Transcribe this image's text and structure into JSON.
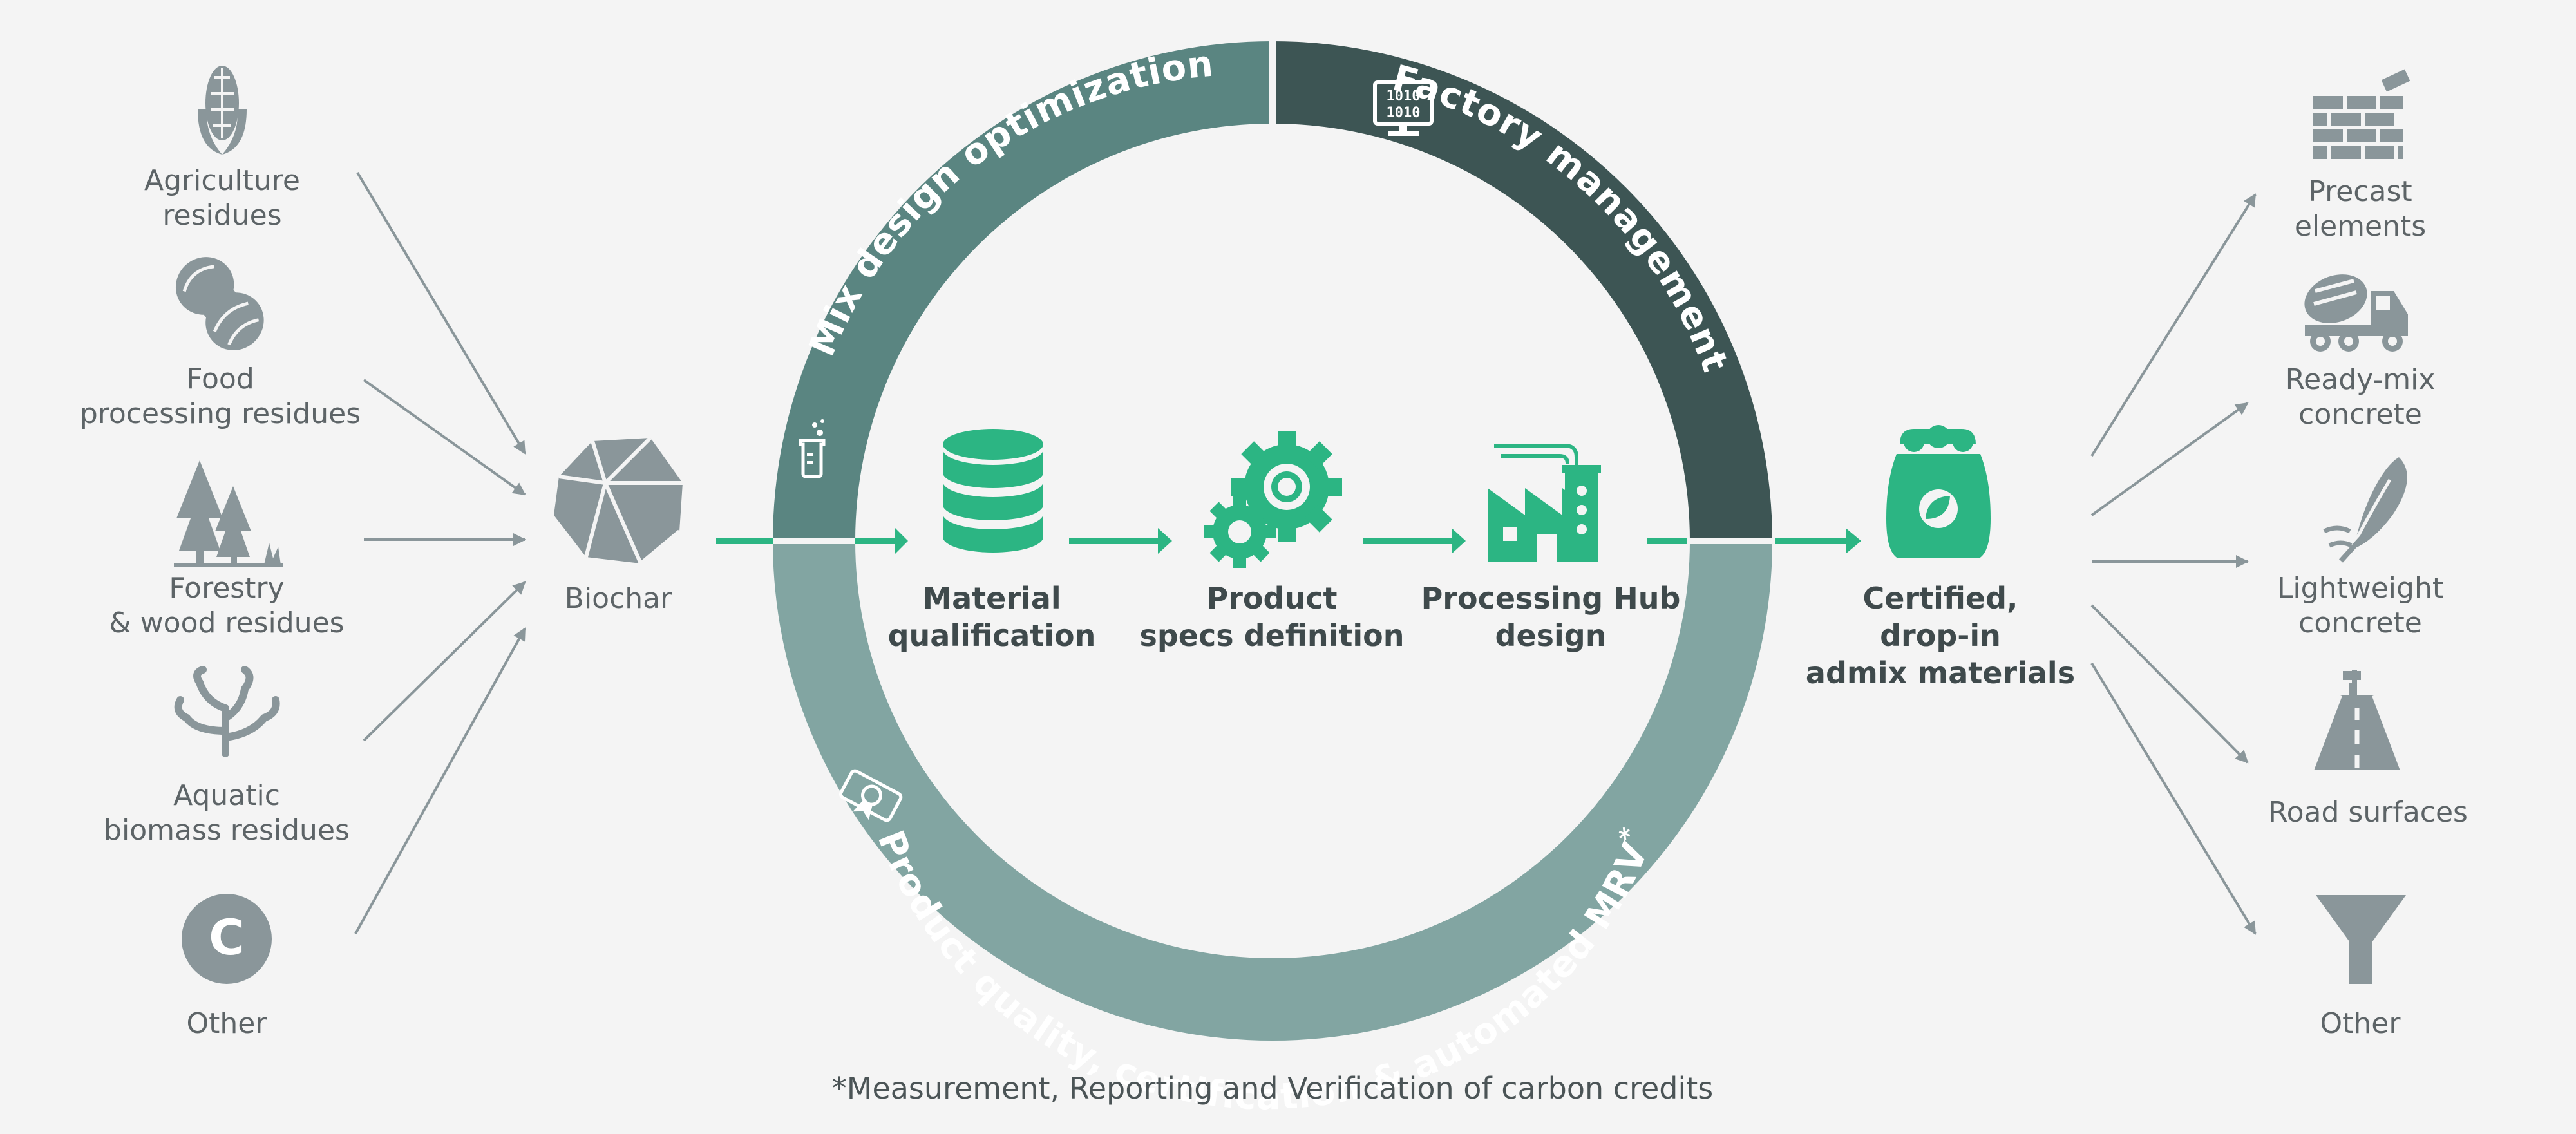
{
  "colors": {
    "background": "#f4f4f4",
    "icon_gray": "#8a969a",
    "accent_green": "#2cb583",
    "ring_light": "#82a5a2",
    "ring_mid": "#5a8581",
    "ring_dark": "#3d5554",
    "text_gray": "#5d6467",
    "text_dark": "#3f4a4c"
  },
  "inputs": [
    {
      "icon": "corn-icon",
      "lines": [
        "Agriculture",
        "residues"
      ]
    },
    {
      "icon": "peanut-icon",
      "lines": [
        "Food",
        "processing residues"
      ]
    },
    {
      "icon": "trees-icon",
      "lines": [
        "Forestry",
        "& wood residues"
      ]
    },
    {
      "icon": "seaweed-icon",
      "lines": [
        "Aquatic",
        "biomass residues"
      ]
    },
    {
      "icon": "carbon-circle-icon",
      "glyph": "C",
      "lines": [
        "Other"
      ]
    }
  ],
  "center_input": {
    "icon": "biochar-rock-icon",
    "label": "Biochar"
  },
  "ring": {
    "top_left": "Mix design optimization",
    "top_right": "Factory management",
    "bottom": "Product quality, certification & automated MRV",
    "bottom_mark": "*",
    "screen_glyph_1": "1010",
    "screen_glyph_2": "1010"
  },
  "steps": [
    {
      "icon": "database-icon",
      "lines": [
        "Material",
        "qualification"
      ]
    },
    {
      "icon": "gears-icon",
      "lines": [
        "Product",
        "specs definition"
      ]
    },
    {
      "icon": "factory-icon",
      "lines": [
        "Processing Hub",
        "design"
      ]
    }
  ],
  "output": {
    "icon": "admix-bag-icon",
    "lines": [
      "Certified,",
      "drop-in",
      "admix materials"
    ]
  },
  "applications": [
    {
      "icon": "bricks-icon",
      "lines": [
        "Precast",
        "elements"
      ]
    },
    {
      "icon": "mixer-truck-icon",
      "lines": [
        "Ready-mix",
        "concrete"
      ]
    },
    {
      "icon": "feather-icon",
      "lines": [
        "Lightweight",
        "concrete"
      ]
    },
    {
      "icon": "road-icon",
      "lines": [
        "Road surfaces"
      ]
    },
    {
      "icon": "funnel-icon",
      "lines": [
        "Other"
      ]
    }
  ],
  "footnote": "*Measurement, Reporting and Verification of carbon credits"
}
